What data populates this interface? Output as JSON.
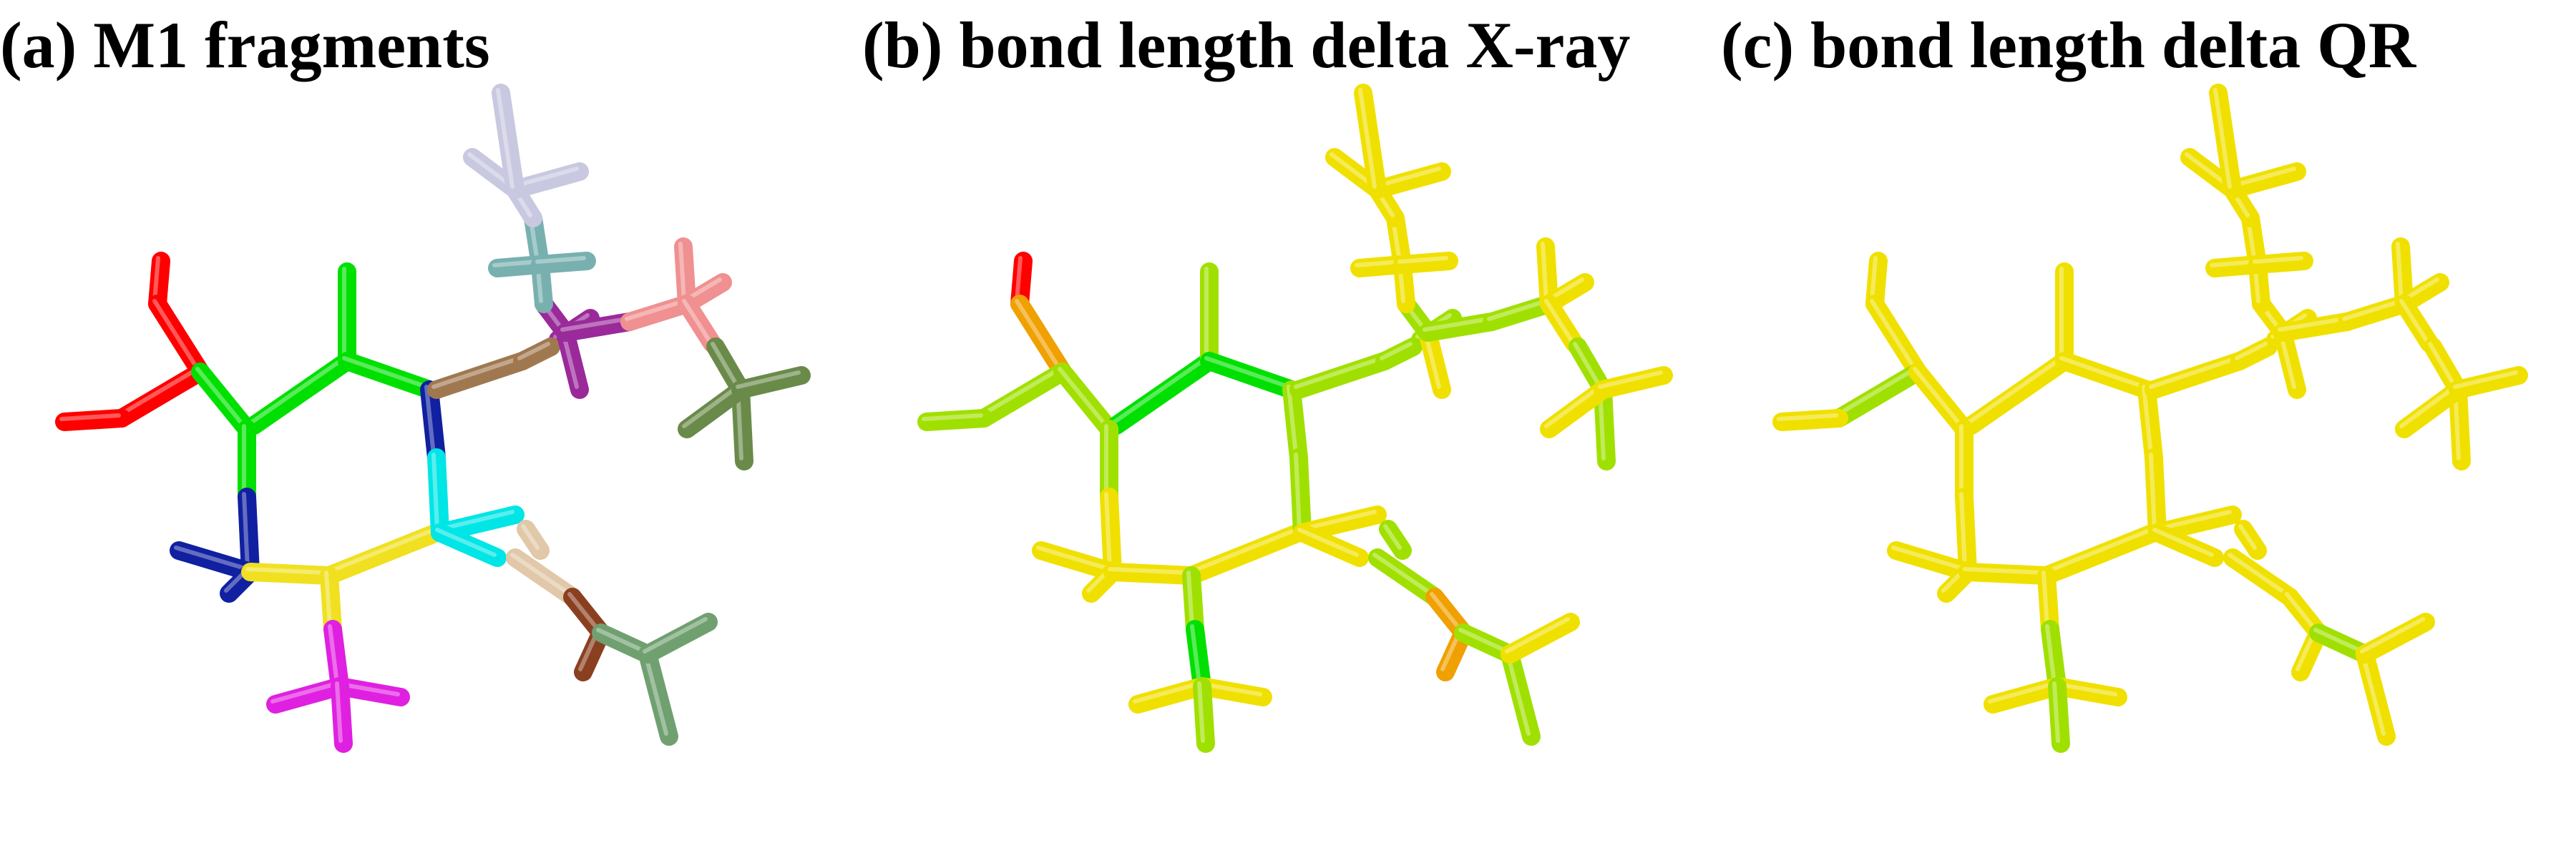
{
  "panels": [
    {
      "id": "a",
      "title": "(a) M1 fragments"
    },
    {
      "id": "b",
      "title": "(b) bond length delta X-ray"
    },
    {
      "id": "c",
      "title": "(c) bond length delta QR"
    }
  ],
  "colors": {
    "background": "#ffffff",
    "title_text": "#000000",
    "fragment_palette": [
      "#ff0000",
      "#00e000",
      "#1020a0",
      "#00e5e5",
      "#f0e020",
      "#e020e0",
      "#9a2a9a",
      "#a07850",
      "#e0c8a8",
      "#8a4020",
      "#70a070",
      "#78b0b0",
      "#c8c8e0",
      "#f09090",
      "#6a8a4a"
    ],
    "delta_scale": [
      "#00e000",
      "#a0e000",
      "#f0e000",
      "#f0a000",
      "#ff0000"
    ]
  }
}
